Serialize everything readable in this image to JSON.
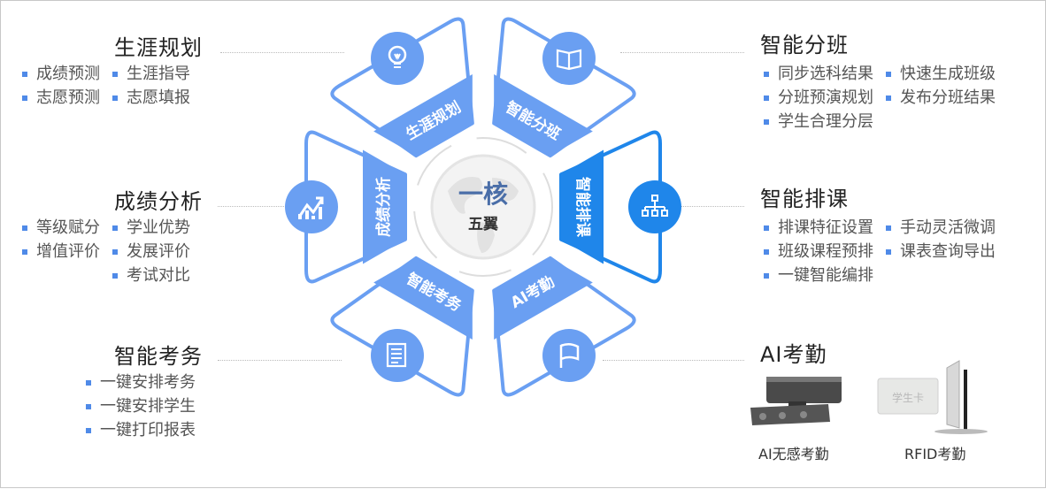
{
  "center": {
    "title": "一核",
    "subtitle": "五翼"
  },
  "colors": {
    "segment": "#6a9ff2",
    "highlight": "#1f86ea",
    "title": "#4a6ea8",
    "bullet": "#4f8ae8"
  },
  "segments": [
    {
      "label": "生涯规划",
      "icon": "lightbulb-icon"
    },
    {
      "label": "智能分班",
      "icon": "book-icon"
    },
    {
      "label": "智能排课",
      "icon": "org-chart-icon",
      "highlighted": true
    },
    {
      "label": "AI考勤",
      "icon": "flag-icon"
    },
    {
      "label": "智能考务",
      "icon": "document-icon"
    },
    {
      "label": "成绩分析",
      "icon": "chart-growth-icon"
    }
  ],
  "left": [
    {
      "title": "生涯规划",
      "items": [
        "成绩预测",
        "生涯指导",
        "志愿预测",
        "志愿填报"
      ]
    },
    {
      "title": "成绩分析",
      "items": [
        "等级赋分",
        "学业优势",
        "增值评价",
        "发展评价",
        "",
        "考试对比"
      ]
    },
    {
      "title": "智能考务",
      "items": [
        "一键安排考务",
        "一键安排学生",
        "一键打印报表"
      ]
    }
  ],
  "right": [
    {
      "title": "智能分班",
      "items": [
        "同步选科结果",
        "快速生成班级",
        "分班预演规划",
        "发布分班结果",
        "学生合理分层"
      ]
    },
    {
      "title": "智能排课",
      "items": [
        "排课特征设置",
        "手动灵活微调",
        "班级课程预排",
        "课表查询导出",
        "一键智能编排"
      ]
    },
    {
      "title": "AI考勤",
      "products": [
        {
          "caption": "AI无感考勤",
          "card_text": ""
        },
        {
          "caption": "RFID考勤",
          "card_text": "学生卡"
        }
      ]
    }
  ]
}
